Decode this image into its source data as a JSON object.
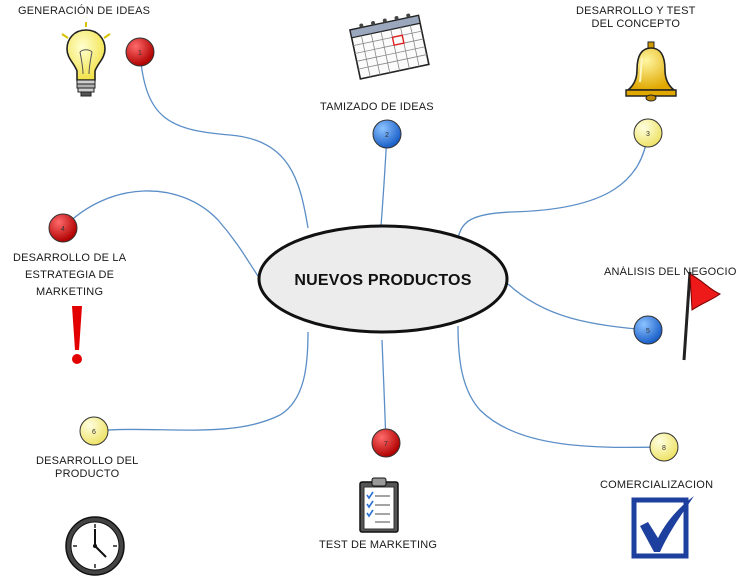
{
  "center": {
    "label": "NUEVOS PRODUCTOS"
  },
  "colors": {
    "connector": "#5b8ec7",
    "red": "#cc1111",
    "blue": "#2f7de1",
    "yellow": "#fbf58a",
    "ellipse_fill": "#ececec",
    "check": "#1d3f9e"
  },
  "stages": [
    {
      "label_lines": [
        "GENERACIÓN DE IDEAS"
      ],
      "node_text": "1",
      "node_color": "red",
      "icon": "lightbulb-icon"
    },
    {
      "label_lines": [
        "TAMIZADO DE IDEAS"
      ],
      "node_text": "2",
      "node_color": "blue",
      "icon": "calendar-icon"
    },
    {
      "label_lines": [
        "DESARROLLO Y TEST",
        "DEL CONCEPTO"
      ],
      "node_text": "3",
      "node_color": "yellow",
      "icon": "bell-icon"
    },
    {
      "label_lines": [
        "DESARROLLO DE LA",
        "ESTRATEGIA DE",
        "MARKETING"
      ],
      "node_text": "4",
      "node_color": "red",
      "icon": "exclamation-icon"
    },
    {
      "label_lines": [
        "ANÁLISIS DEL NEGOCIO"
      ],
      "node_text": "5",
      "node_color": "blue",
      "icon": "red-flag-icon"
    },
    {
      "label_lines": [
        "DESARROLLO DEL",
        "PRODUCTO"
      ],
      "node_text": "6",
      "node_color": "yellow",
      "icon": "clock-icon"
    },
    {
      "label_lines": [
        "TEST DE MARKETING"
      ],
      "node_text": "7",
      "node_color": "red",
      "icon": "clipboard-checklist-icon"
    },
    {
      "label_lines": [
        "COMERCIALIZACION"
      ],
      "node_text": "8",
      "node_color": "yellow",
      "icon": "checkbox-icon"
    }
  ]
}
